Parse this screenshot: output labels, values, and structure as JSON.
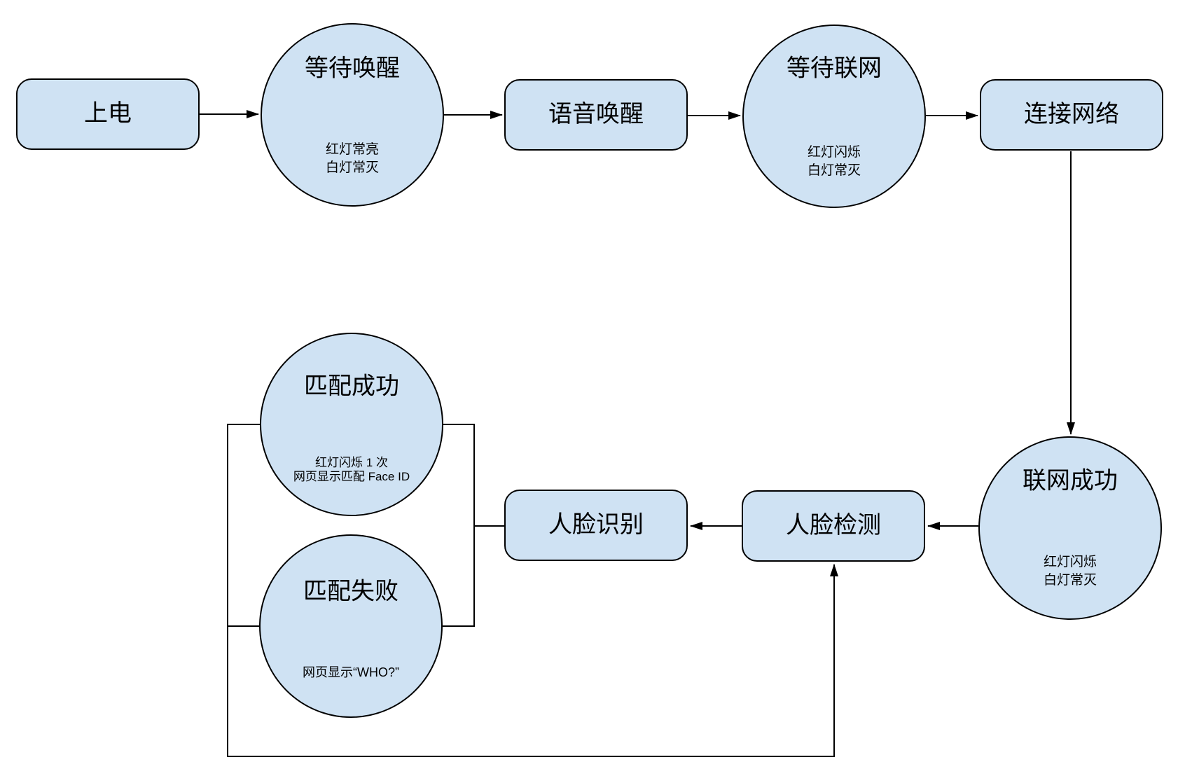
{
  "diagram": {
    "background": "#ffffff",
    "node_fill": "#cfe2f3",
    "node_stroke": "#000000",
    "connector_color": "#000000"
  },
  "nodes": {
    "power_on": {
      "label": "上电"
    },
    "wait_wake": {
      "label": "等待唤醒",
      "sub1": "红灯常亮",
      "sub2": "白灯常灭"
    },
    "voice_wake": {
      "label": "语音唤醒"
    },
    "wait_network": {
      "label": "等待联网",
      "sub1": "红灯闪烁",
      "sub2": "白灯常灭"
    },
    "connect_network": {
      "label": "连接网络"
    },
    "network_success": {
      "label": "联网成功",
      "sub1": "红灯闪烁",
      "sub2": "白灯常灭"
    },
    "face_detect": {
      "label": "人脸检测"
    },
    "face_recognize": {
      "label": "人脸识别"
    },
    "match_success": {
      "label": "匹配成功",
      "sub1": "红灯闪烁 1 次",
      "sub2": "网页显示匹配 Face ID"
    },
    "match_fail": {
      "label": "匹配失败",
      "sub1": "网页显示“WHO?”"
    }
  }
}
